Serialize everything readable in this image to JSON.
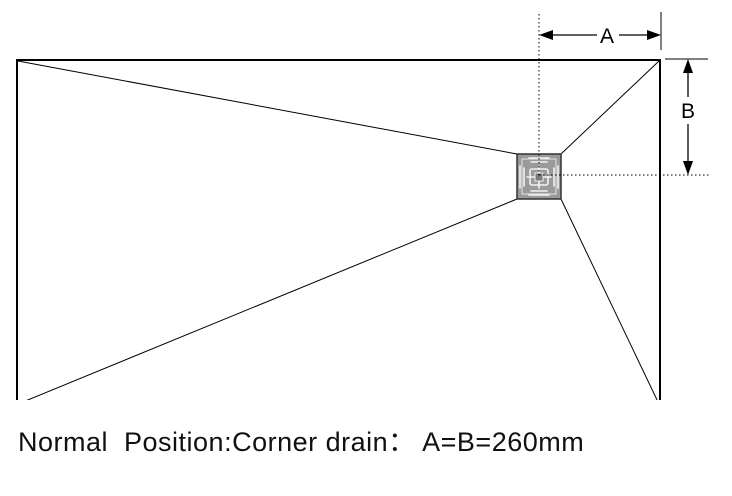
{
  "labels": {
    "dimension_a": "A",
    "dimension_b": "B"
  },
  "caption": "Normal  Position:Corner drain： A=B=260mm",
  "colors": {
    "outline": "#000000",
    "drain_fill": "#9a9a9a",
    "drain_border": "#333333"
  }
}
